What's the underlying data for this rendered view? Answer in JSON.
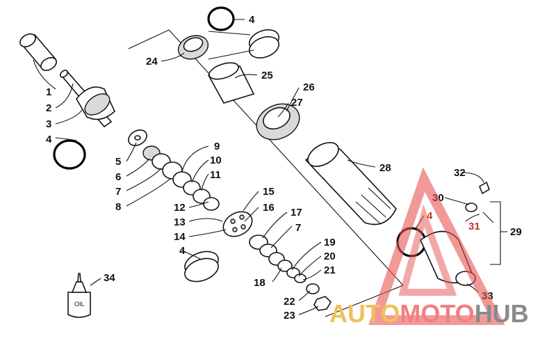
{
  "callouts": [
    {
      "id": "c1",
      "text": "1"
    },
    {
      "id": "c2",
      "text": "2"
    },
    {
      "id": "c3",
      "text": "3"
    },
    {
      "id": "c4a",
      "text": "4"
    },
    {
      "id": "c4b",
      "text": "4"
    },
    {
      "id": "c4c",
      "text": "4"
    },
    {
      "id": "c4d",
      "text": "4"
    },
    {
      "id": "c5",
      "text": "5"
    },
    {
      "id": "c6",
      "text": "6"
    },
    {
      "id": "c7a",
      "text": "7"
    },
    {
      "id": "c7b",
      "text": "7"
    },
    {
      "id": "c8",
      "text": "8"
    },
    {
      "id": "c9",
      "text": "9"
    },
    {
      "id": "c10",
      "text": "10"
    },
    {
      "id": "c11",
      "text": "11"
    },
    {
      "id": "c12",
      "text": "12"
    },
    {
      "id": "c13",
      "text": "13"
    },
    {
      "id": "c14",
      "text": "14"
    },
    {
      "id": "c15",
      "text": "15"
    },
    {
      "id": "c16",
      "text": "16"
    },
    {
      "id": "c17",
      "text": "17"
    },
    {
      "id": "c18",
      "text": "18"
    },
    {
      "id": "c19",
      "text": "19"
    },
    {
      "id": "c20",
      "text": "20"
    },
    {
      "id": "c21",
      "text": "21"
    },
    {
      "id": "c22",
      "text": "22"
    },
    {
      "id": "c23",
      "text": "23"
    },
    {
      "id": "c24",
      "text": "24"
    },
    {
      "id": "c25",
      "text": "25"
    },
    {
      "id": "c26",
      "text": "26"
    },
    {
      "id": "c27",
      "text": "27"
    },
    {
      "id": "c28",
      "text": "28"
    },
    {
      "id": "c29",
      "text": "29"
    },
    {
      "id": "c30",
      "text": "30"
    },
    {
      "id": "c31",
      "text": "31"
    },
    {
      "id": "c32",
      "text": "32"
    },
    {
      "id": "c33",
      "text": "33"
    },
    {
      "id": "c34",
      "text": "34"
    }
  ],
  "oil_bottle_label": "OIL",
  "watermark": {
    "part1": "AUTO",
    "part2": "MOTO",
    "part3": "HUB",
    "color_auto": "#f0c060",
    "color_moto": "#f08080",
    "color_hub": "#8a8a8a",
    "triangle_color": "#e85555"
  }
}
